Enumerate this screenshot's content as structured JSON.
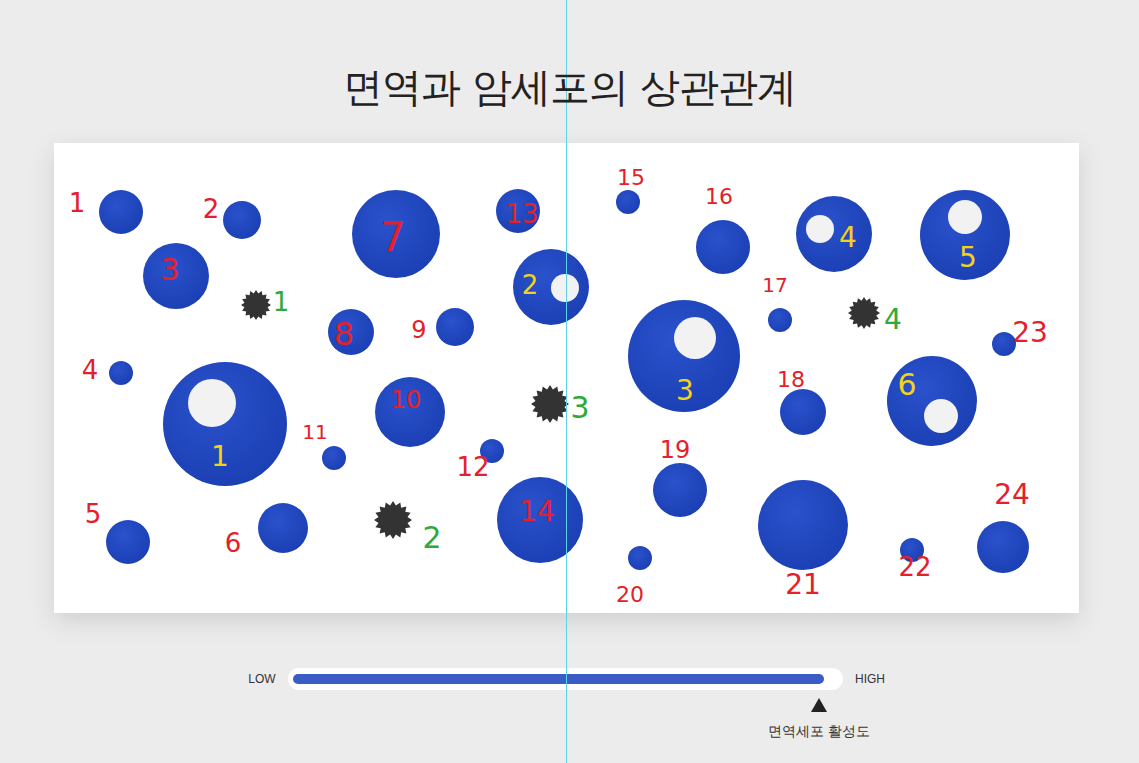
{
  "diagram": {
    "title": "면역과 암세포의 상관관계",
    "labels": [
      "1",
      "2",
      "3",
      "4",
      "5",
      "6",
      "7",
      "8",
      "9",
      "10",
      "11",
      "12",
      "13",
      "14",
      "15",
      "16",
      "17",
      "18",
      "19",
      "20",
      "21",
      "22",
      "23",
      "24",
      "1",
      "2",
      "3",
      "4",
      "5",
      "6",
      "1",
      "2",
      "3",
      "4",
      "LOW",
      "HIGH",
      "면역세포 활성도"
    ]
  }
}
